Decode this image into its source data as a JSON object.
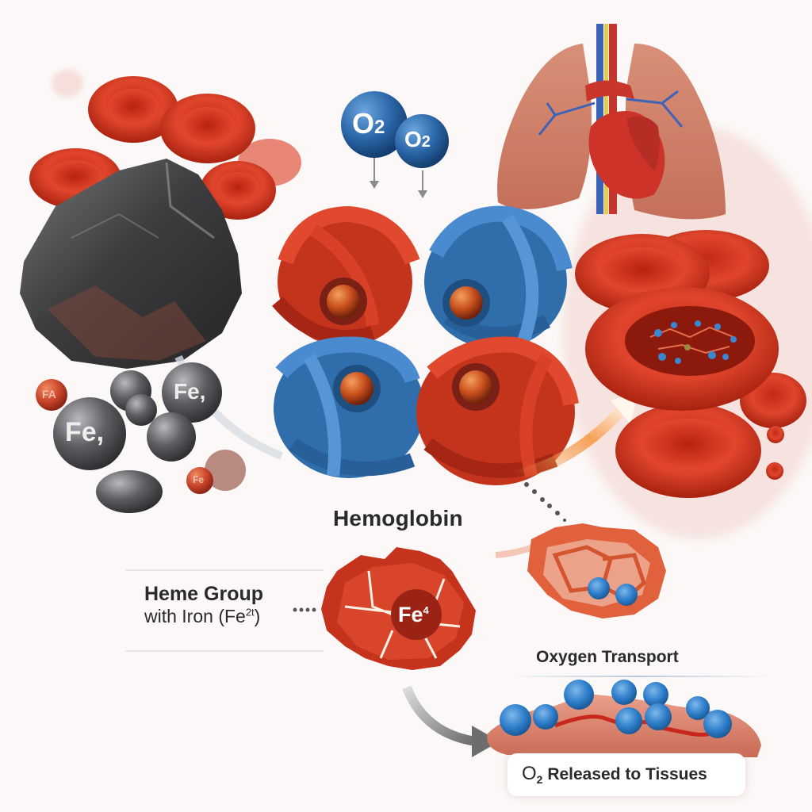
{
  "title": "Hemoglobin",
  "labels": {
    "hemoglobin": "Hemoglobin",
    "heme_group_title": "Heme Group",
    "heme_group_sub_prefix": "with",
    "heme_group_sub_iron": "Iron (Fe",
    "heme_group_sub_charge": "2t",
    "heme_group_sub_suffix": ")",
    "heme_center": "Fe",
    "heme_center_sup": "4",
    "oxygen_transport": "Oxygen Transport",
    "released_o": "O",
    "released_sub": "2",
    "released_text": "Released to Tissues"
  },
  "oxygen_molecules": [
    {
      "text": "O",
      "sub": "2"
    },
    {
      "text": "O",
      "sub": "2"
    }
  ],
  "iron_spheres": [
    {
      "text": "Fe,"
    },
    {
      "text": "Fe,"
    },
    {
      "text": "FA"
    },
    {
      "text": "Fe"
    }
  ],
  "tissue_oxygen_label": "O",
  "colors": {
    "background": "#fbf8f7",
    "blood_red": "#d63a22",
    "protein_red": "#c9331d",
    "protein_blue": "#3a7cc0",
    "oxygen_blue": "#2f6fb0",
    "iron_gray": "#55565a",
    "text_dark": "#2a2a2a",
    "tissue_pink": "#e39079"
  }
}
